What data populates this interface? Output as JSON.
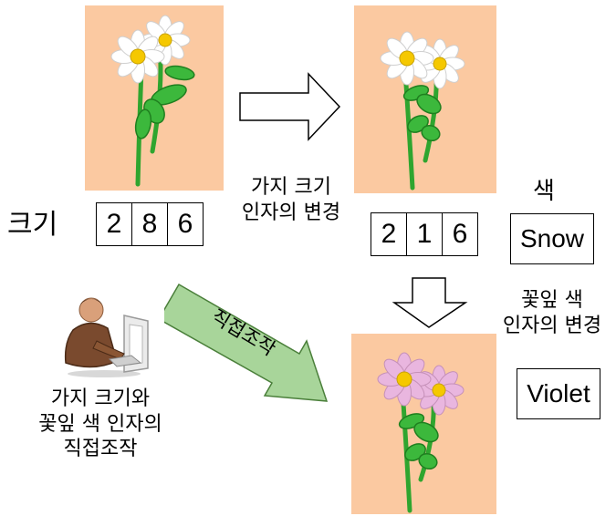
{
  "colors": {
    "panel_bg": "#fbc9a1",
    "stem": "#2fa52f",
    "petal_default": "#ffffff",
    "petal_violet": "#e9b6df",
    "flower_center": "#f5c800",
    "direct_arrow": "#a8d59a"
  },
  "labels": {
    "size": "크기",
    "branch_change_line1": "가지 크기",
    "branch_change_line2": "인자의 변경",
    "color": "색",
    "petal_change_line1": "꽃잎 색",
    "petal_change_line2": "인자의 변경",
    "direct_arrow": "직접조작",
    "direct_desc_line1": "가지 크기와",
    "direct_desc_line2": "꽃잎 색 인자의",
    "direct_desc_line3": "직접조작"
  },
  "params_original": [
    "2",
    "8",
    "6"
  ],
  "params_modified": [
    "2",
    "1",
    "6"
  ],
  "color_snow": "Snow",
  "color_violet": "Violet",
  "icons": {
    "right_arrow": "right-arrow-icon",
    "down_arrow": "down-arrow-icon",
    "diagonal_arrow": "diagonal-arrow-icon",
    "person": "person-at-computer-icon"
  }
}
